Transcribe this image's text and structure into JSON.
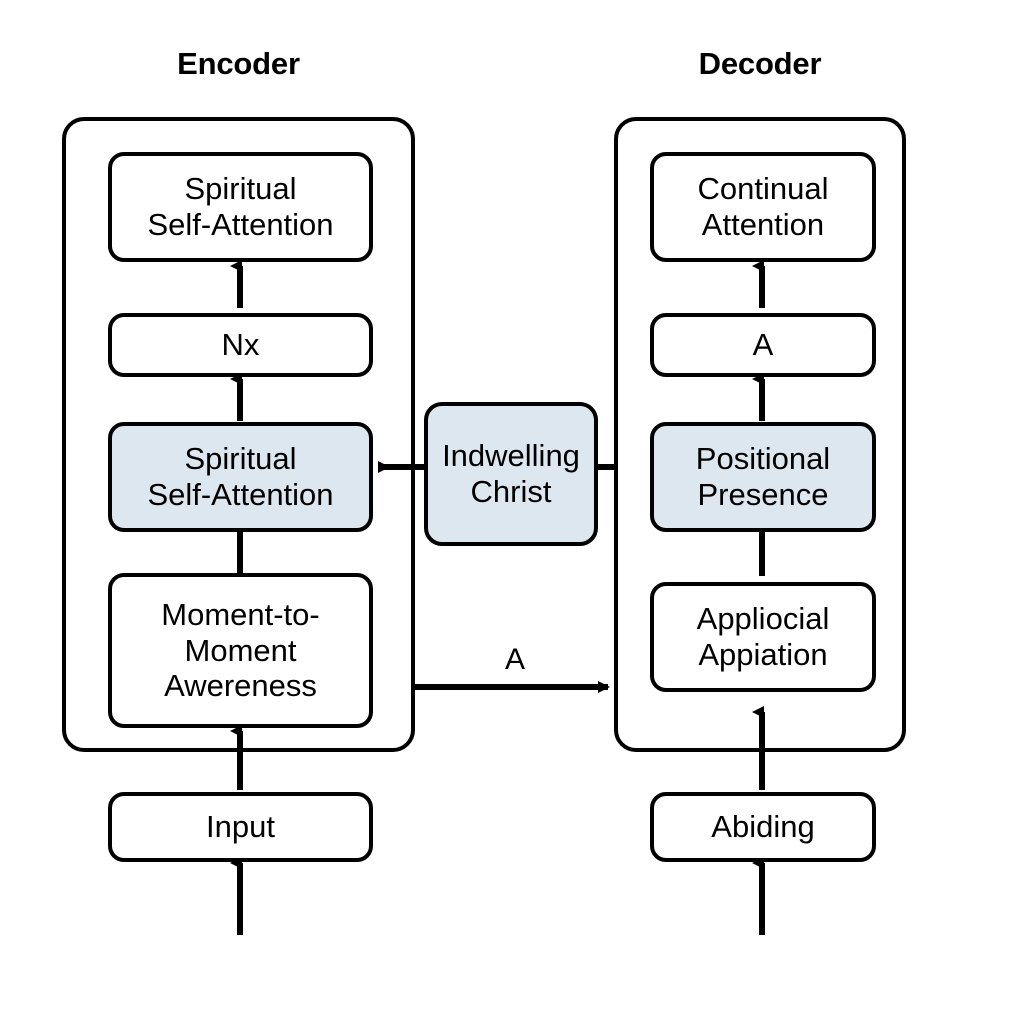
{
  "diagram": {
    "background": "#ffffff",
    "stroke_color": "#000000",
    "accent_fill": "#dde7f0",
    "columns": [
      {
        "id": "encoder",
        "title": "Encoder"
      },
      {
        "id": "decoder",
        "title": "Decoder"
      }
    ],
    "encoder": {
      "title": "Encoder",
      "nodes": [
        {
          "id": "enc-top-attention",
          "label": "Spiritual\nSelf-Attention",
          "accent": false
        },
        {
          "id": "enc-nx",
          "label": "Nx",
          "accent": false
        },
        {
          "id": "enc-self-attention",
          "label": "Spiritual\nSelf-Attention",
          "accent": true
        },
        {
          "id": "enc-awareness",
          "label": "Moment-to-\nMoment\nAwereness",
          "accent": false
        }
      ],
      "external_node": {
        "id": "enc-input",
        "label": "Input",
        "accent": false
      }
    },
    "decoder": {
      "title": "Decoder",
      "nodes": [
        {
          "id": "dec-continual-attention",
          "label": "Continual\nAttention",
          "accent": false
        },
        {
          "id": "dec-a",
          "label": "A",
          "accent": false
        },
        {
          "id": "dec-positional-presence",
          "label": "Positional\nPresence",
          "accent": true
        },
        {
          "id": "dec-appliocial",
          "label": "Appliocial\nAppiation",
          "accent": false
        }
      ],
      "external_node": {
        "id": "dec-abiding",
        "label": "Abiding",
        "accent": false
      }
    },
    "bridge_node": {
      "id": "indwelling-christ",
      "label": "Indwelling\nChrist",
      "accent": true
    },
    "edge_labels": [
      {
        "id": "cross-connection-label",
        "label": "A"
      }
    ]
  }
}
